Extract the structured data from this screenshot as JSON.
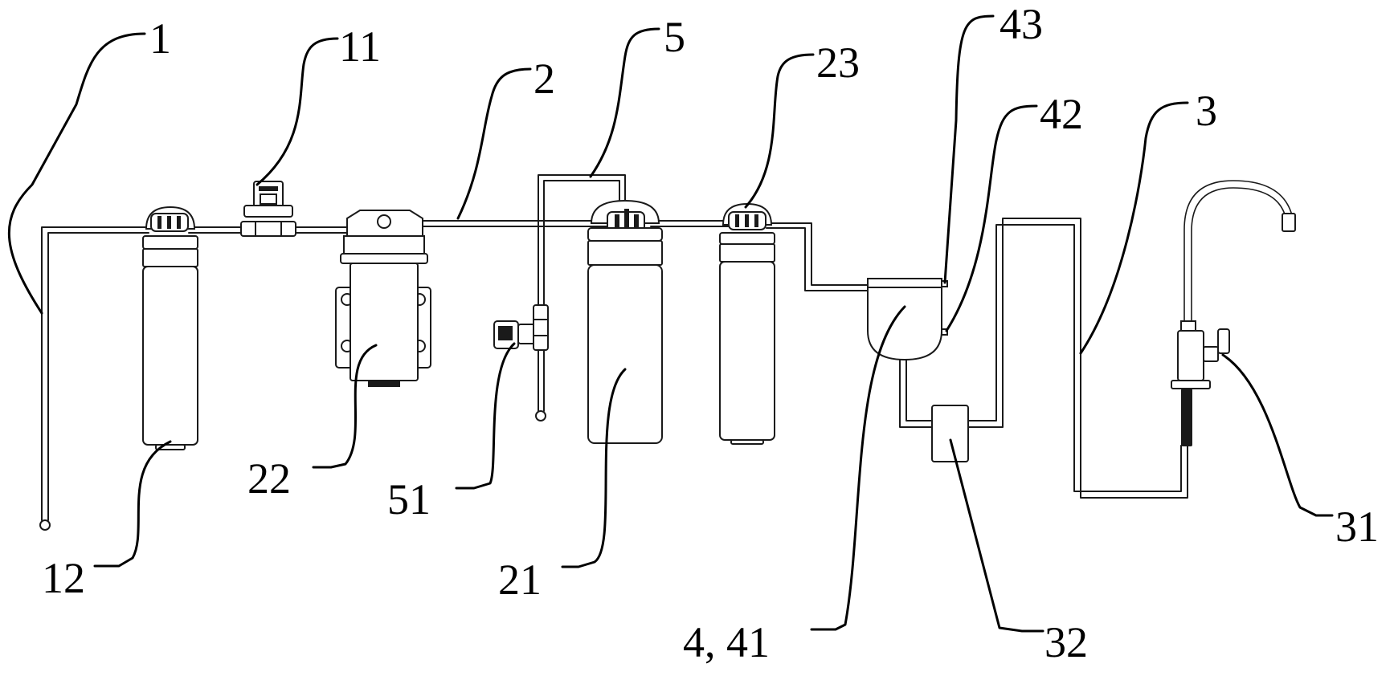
{
  "labels": {
    "l1": "1",
    "l11": "11",
    "l2": "2",
    "l5": "5",
    "l23": "23",
    "l43": "43",
    "l42": "42",
    "l3": "3",
    "l12": "12",
    "l22": "22",
    "l51": "51",
    "l21": "21",
    "l441": "4, 41",
    "l32": "32",
    "l31": "31"
  },
  "colors": {
    "line": "#1a1a1a",
    "background": "#ffffff"
  }
}
